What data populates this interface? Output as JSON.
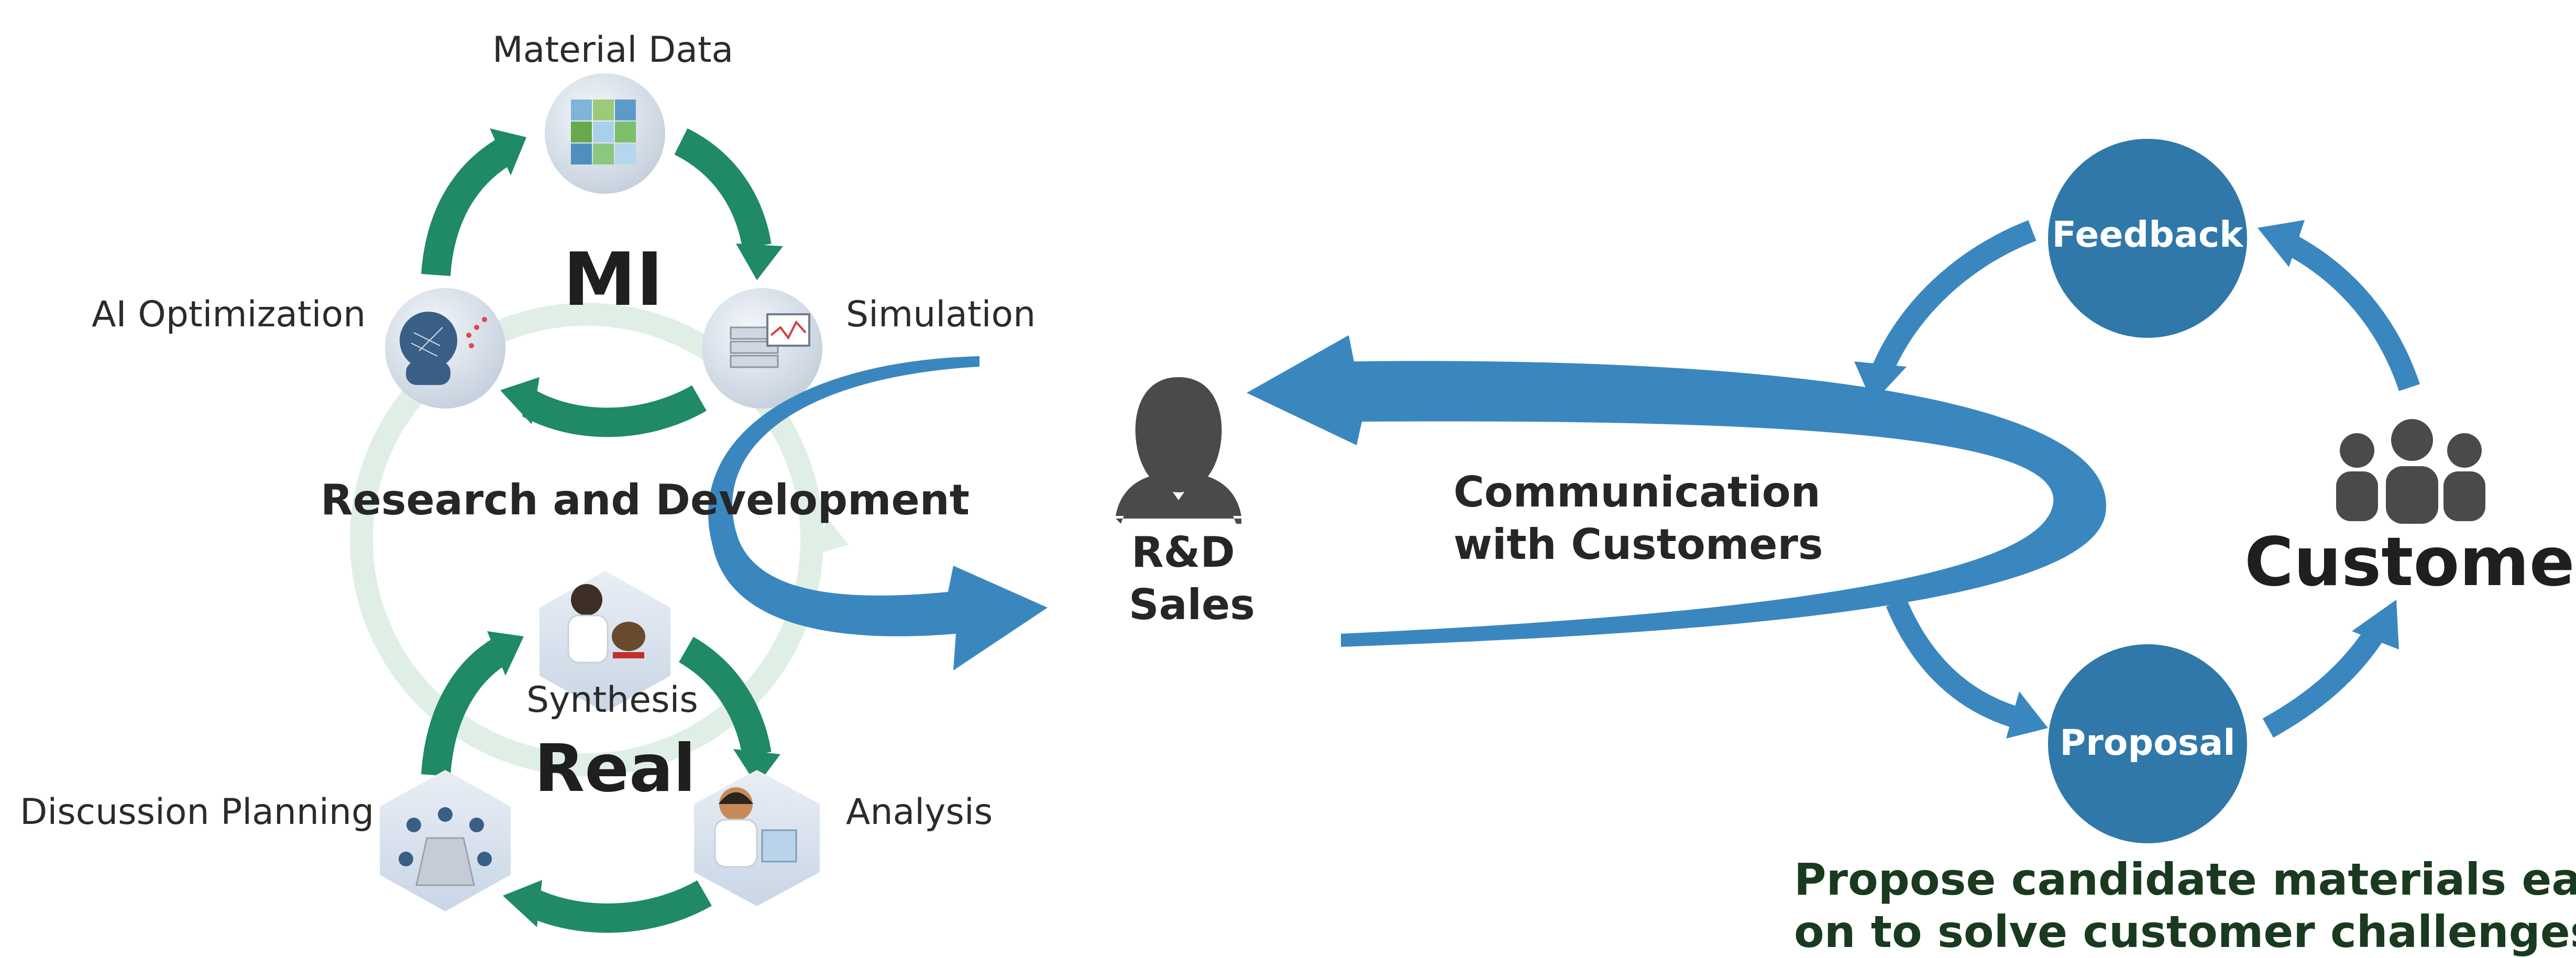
{
  "mi_cycle": {
    "title": "MI",
    "nodes": {
      "top": "Material Data",
      "right": "Simulation",
      "left": "AI Optimization"
    }
  },
  "real_cycle": {
    "title": "Real",
    "nodes": {
      "top": "Synthesis",
      "right": "Analysis",
      "left": "Discussion Planning"
    }
  },
  "center_label": "Research and Development",
  "person": {
    "line1": "R&D",
    "line2": "Sales"
  },
  "communication": {
    "line1": "Communication",
    "line2": "with Customers"
  },
  "customer": {
    "title": "Customer",
    "feedback": "Feedback",
    "proposal": "Proposal"
  },
  "note": {
    "line1": "Propose candidate materials early",
    "line2": "on to solve customer challenges"
  },
  "colors": {
    "green_arrow": "#1f8a63",
    "pale_green": "#dcefe5",
    "blue": "#3a87bf",
    "circle_blue": "#2f78a9",
    "icon_gray": "#4a4a4a"
  }
}
